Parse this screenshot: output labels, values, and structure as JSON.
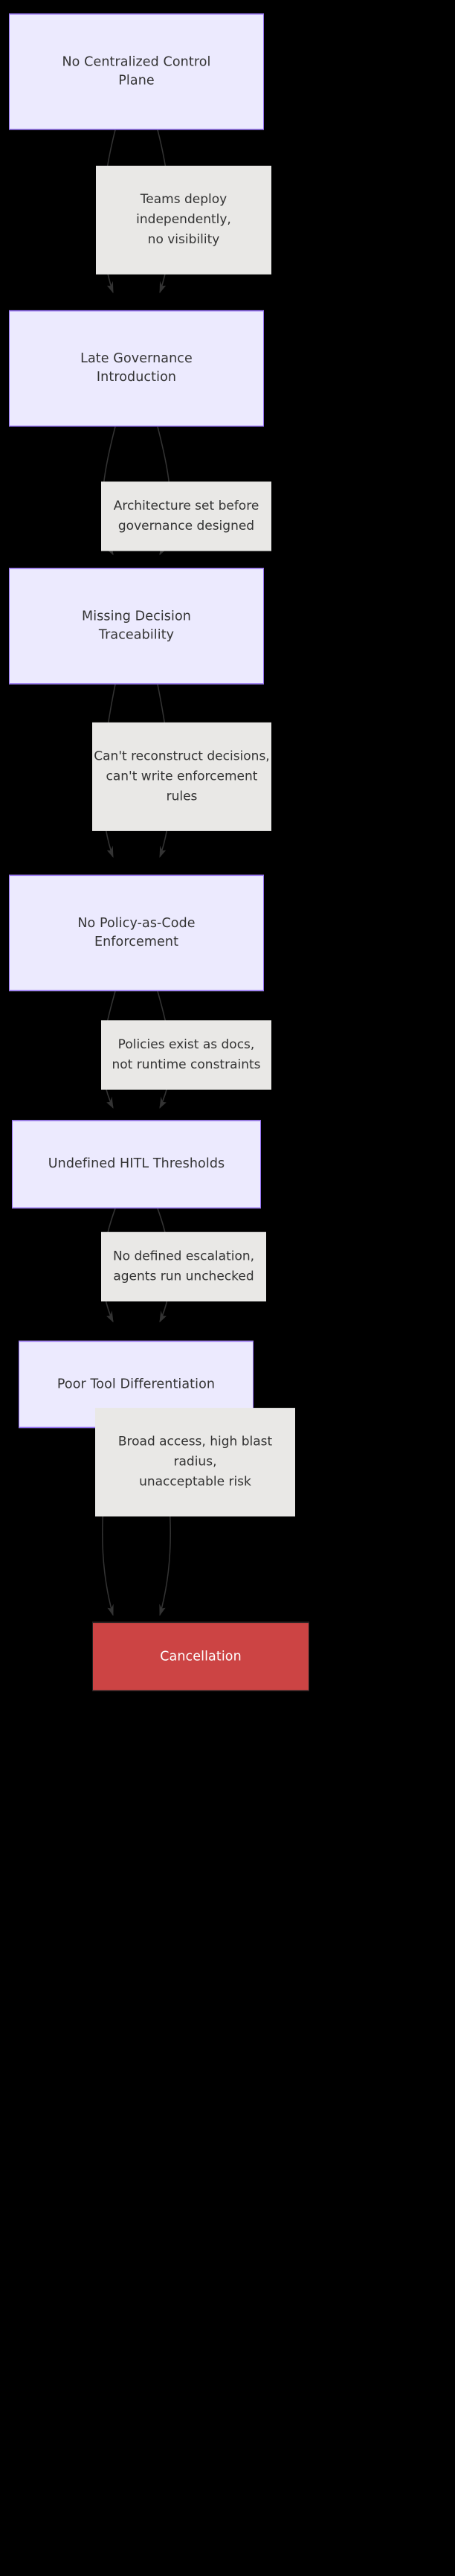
{
  "diagram": {
    "type": "flowchart",
    "direction": "top-down",
    "title": "",
    "background": "#000000",
    "colors": {
      "process_fill": "#ECEAFE",
      "process_border": "#9370F0",
      "process_text": "#333333",
      "terminal_fill": "#CC4444",
      "terminal_border": "#222222",
      "terminal_text": "#FFFFFF",
      "edge_label_fill": "#E9E8E6",
      "edge_label_text": "#333333",
      "edge_stroke": "#333333"
    },
    "nodes": [
      {
        "id": "n1",
        "kind": "process",
        "lines": [
          "No Centralized Control",
          "Plane"
        ]
      },
      {
        "id": "n2",
        "kind": "process",
        "lines": [
          "Late Governance",
          "Introduction"
        ]
      },
      {
        "id": "n3",
        "kind": "process",
        "lines": [
          "Missing Decision",
          "Traceability"
        ]
      },
      {
        "id": "n4",
        "kind": "process",
        "lines": [
          "No Policy-as-Code",
          "Enforcement"
        ]
      },
      {
        "id": "n5",
        "kind": "process",
        "lines": [
          "Undefined HITL Thresholds"
        ]
      },
      {
        "id": "n6",
        "kind": "process",
        "lines": [
          "Poor Tool Differentiation"
        ]
      },
      {
        "id": "n7",
        "kind": "terminal",
        "lines": [
          "Cancellation"
        ]
      }
    ],
    "edges": [
      {
        "from": "n1",
        "to": "n2",
        "label_lines": [
          "Teams deploy",
          "independently,",
          "no visibility"
        ]
      },
      {
        "from": "n2",
        "to": "n3",
        "label_lines": [
          "Architecture set before",
          "governance designed"
        ]
      },
      {
        "from": "n3",
        "to": "n4",
        "label_lines": [
          "Can't reconstruct decisions,",
          "can't write enforcement",
          "rules"
        ]
      },
      {
        "from": "n4",
        "to": "n5",
        "label_lines": [
          "Policies exist as docs,",
          "not runtime constraints"
        ]
      },
      {
        "from": "n5",
        "to": "n6",
        "label_lines": [
          "No defined escalation,",
          "agents run unchecked"
        ]
      },
      {
        "from": "n6",
        "to": "n7",
        "label_lines": [
          "Broad access, high blast",
          "radius,",
          "unacceptable risk"
        ]
      }
    ]
  }
}
